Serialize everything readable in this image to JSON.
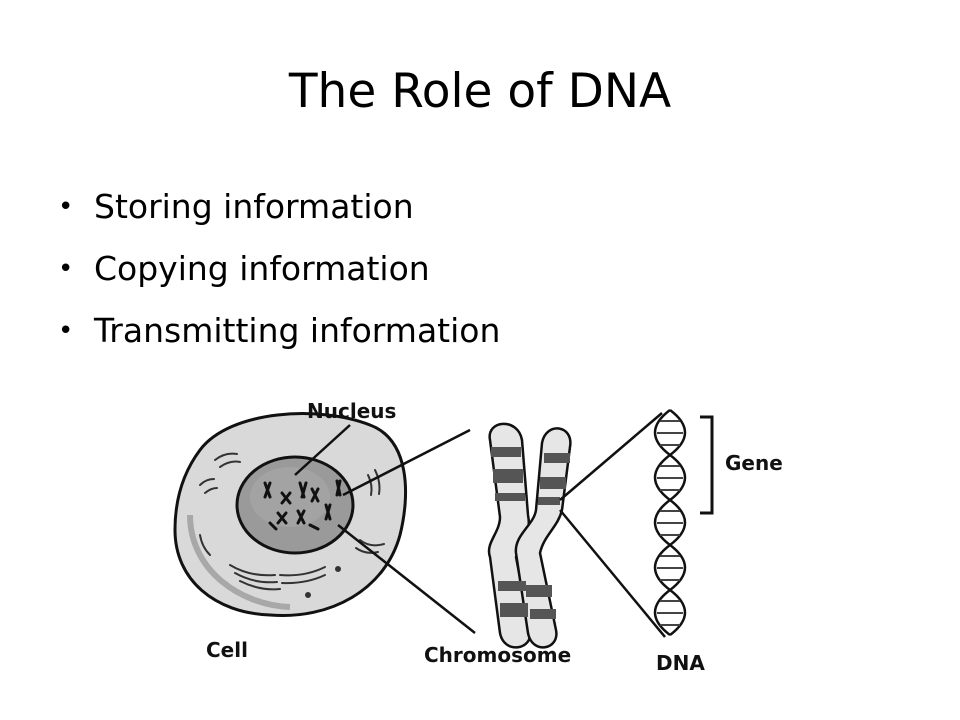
{
  "slide": {
    "title": "The Role of DNA",
    "bullets": [
      {
        "text": "Storing information"
      },
      {
        "text": "Copying information"
      },
      {
        "text": "Transmitting information"
      }
    ]
  },
  "diagram": {
    "labels": {
      "nucleus": "Nucleus",
      "gene": "Gene",
      "cell": "Cell",
      "chromosome": "Chromosome",
      "dna": "DNA"
    },
    "colors": {
      "cell_fill": "#d9d9d9",
      "nucleus_fill": "#9a9a9a",
      "line": "#111111"
    }
  }
}
